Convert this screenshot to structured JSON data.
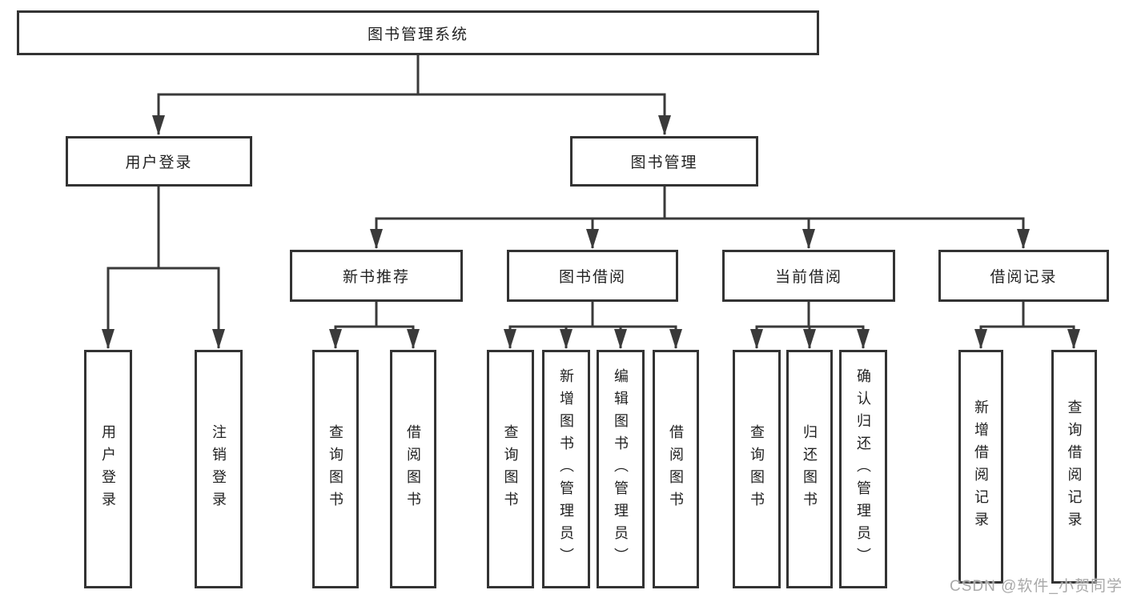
{
  "tree": {
    "label": "图书管理系统",
    "children": [
      {
        "label": "用户登录",
        "children": [
          {
            "label": "用户登录"
          },
          {
            "label": "注销登录"
          }
        ]
      },
      {
        "label": "图书管理",
        "children": [
          {
            "label": "新书推荐",
            "children": [
              {
                "label": "查询图书"
              },
              {
                "label": "借阅图书"
              }
            ]
          },
          {
            "label": "图书借阅",
            "children": [
              {
                "label": "查询图书"
              },
              {
                "label": "新增图书（管理员）"
              },
              {
                "label": "编辑图书（管理员）"
              },
              {
                "label": "借阅图书"
              }
            ]
          },
          {
            "label": "当前借阅",
            "children": [
              {
                "label": "查询图书"
              },
              {
                "label": "归还图书"
              },
              {
                "label": "确认归还（管理员）"
              }
            ]
          },
          {
            "label": "借阅记录",
            "children": [
              {
                "label": "新增借阅记录"
              },
              {
                "label": "查询借阅记录"
              }
            ]
          }
        ]
      }
    ]
  },
  "watermark": {
    "text": "CSDN @软件_小贺同学"
  },
  "colors": {
    "line": "#3a3a3a",
    "border": "#333333",
    "text": "#222222",
    "watermark": "#a9a9a9",
    "background": "#ffffff"
  }
}
